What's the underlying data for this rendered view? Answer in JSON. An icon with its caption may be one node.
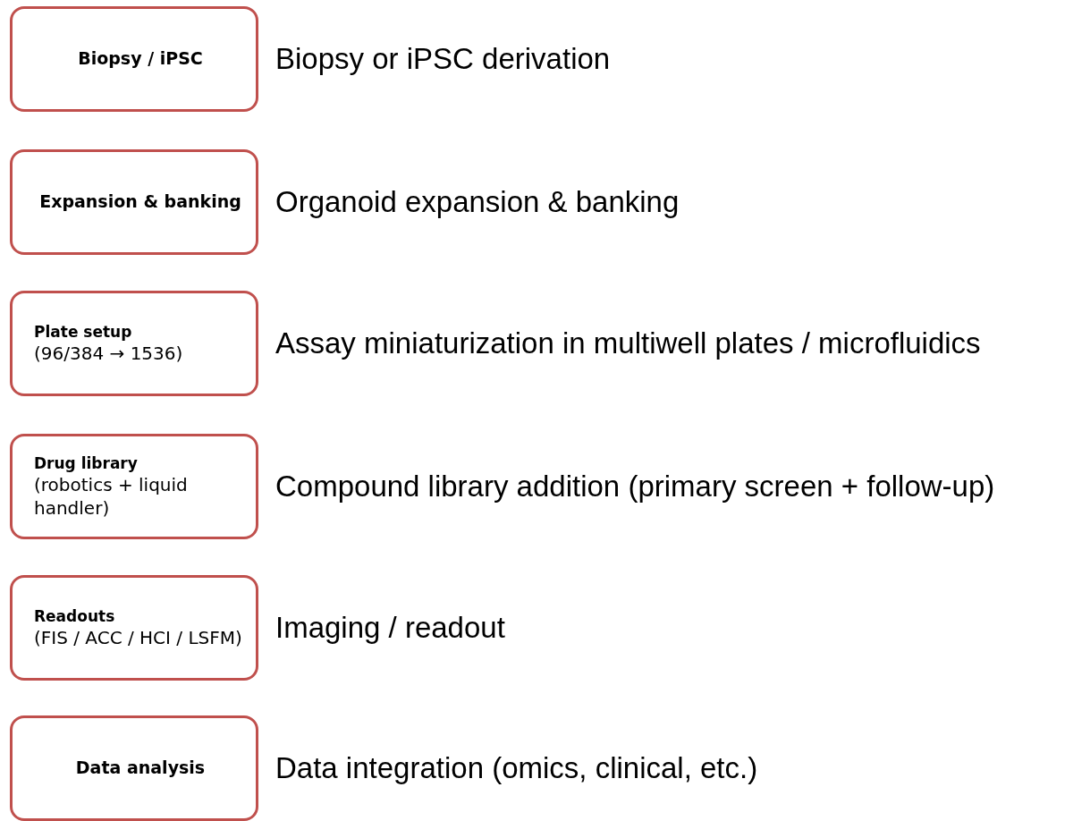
{
  "diagram": {
    "nodes": [
      {
        "text": [
          "Biopsy / iPSC"
        ],
        "beside": [
          "Biopsy or iPSC derivation"
        ]
      },
      {
        "text": [
          "Expansion & banking"
        ],
        "beside": [
          "Organoid expansion & banking"
        ]
      },
      {
        "text": [
          "Plate setup",
          "(96/384 → 1536)"
        ],
        "beside": [
          "Assay miniaturization in multiwell plates / microfluidics"
        ]
      },
      {
        "text": [
          "Drug library",
          "(robotics + liquid handler)"
        ],
        "beside": [
          "Compound library addition (primary screen + follow-up)"
        ]
      },
      {
        "text": [
          "Readouts",
          "(FIS / ACC / HCI / LSFM)"
        ],
        "beside": [
          "Imaging / readout"
        ]
      },
      {
        "text": [
          "Data analysis"
        ],
        "beside": [
          "Data integration (omics, clinical, etc.)"
        ]
      }
    ]
  }
}
